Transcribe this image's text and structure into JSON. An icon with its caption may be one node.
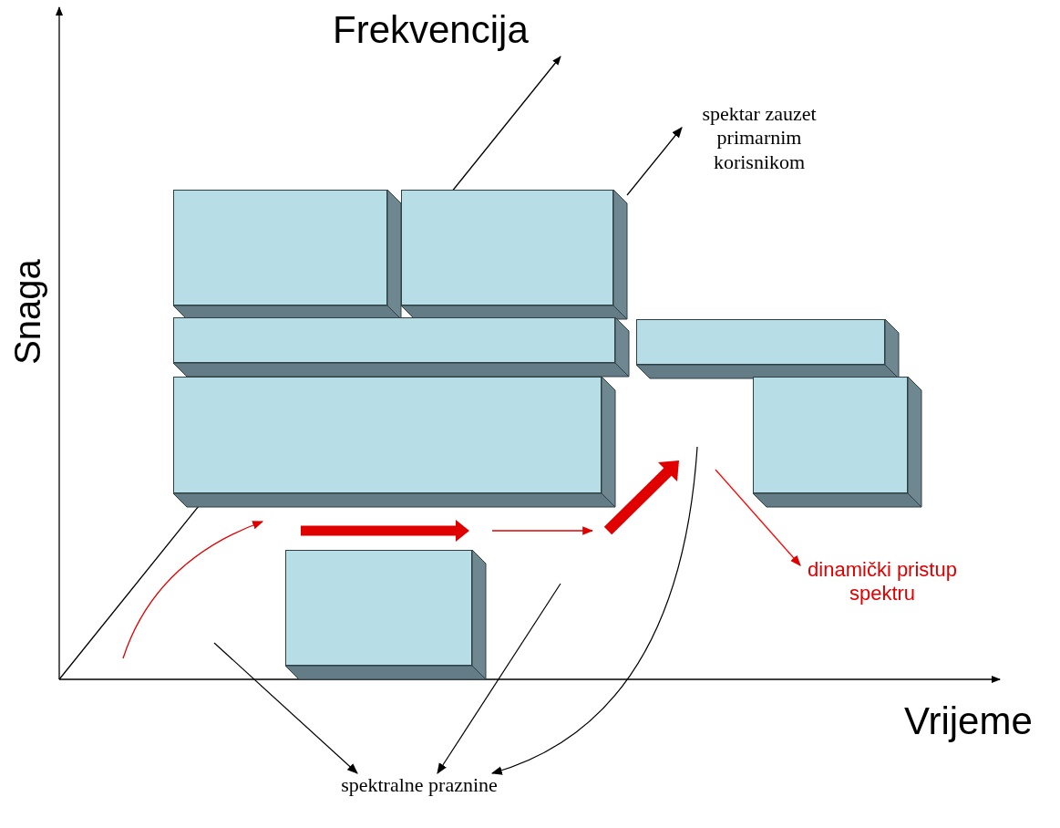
{
  "diagram": {
    "nodes": [
      {
        "text": [
          "spektar zauzet primarnim korisnikom"
        ]
      },
      {
        "text": [],
        "shape": "box"
      },
      {
        "text": [],
        "shape": "box"
      },
      {
        "text": [],
        "shape": "box"
      },
      {
        "text": [],
        "shape": "box"
      },
      {
        "text": [],
        "shape": "box"
      },
      {
        "text": [],
        "shape": "box"
      },
      {
        "text": [],
        "shape": "box"
      },
      {
        "text": [
          "spektralne praznine"
        ]
      },
      {
        "text": [
          "dinamički pristup spektru"
        ]
      }
    ],
    "edges": [
      {
        "from": 2,
        "to": 0,
        "arrow": "to"
      },
      {
        "from": null,
        "to": 8,
        "arrow": "to"
      },
      {
        "from": null,
        "to": 8,
        "arrow": "to"
      },
      {
        "from": null,
        "to": 8,
        "arrow": "to"
      },
      {
        "from": null,
        "to": 9,
        "arrow": "to",
        "color": "#ff0000"
      }
    ],
    "labels": [
      "Frekvencija",
      "Snaga",
      "Vrijeme"
    ]
  }
}
